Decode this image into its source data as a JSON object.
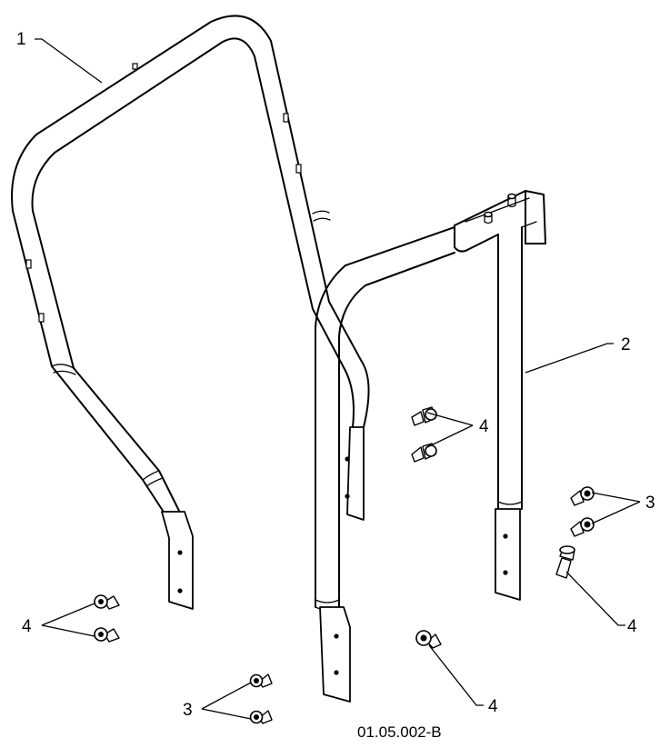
{
  "diagram": {
    "figure_code": "01.05.002-B",
    "callouts": {
      "c1": "1",
      "c2": "2",
      "c3_right": "3",
      "c3_bottom": "3",
      "c4_upper": "4",
      "c4_left": "4",
      "c4_right": "4",
      "c4_bottom": "4"
    },
    "parts": {
      "p1": "roll-bar-upper",
      "p2": "roll-bar-lower-mount",
      "p3": "flange-nut",
      "p4": "bolt"
    },
    "icons": [
      "bolt-icon",
      "nut-icon"
    ]
  }
}
